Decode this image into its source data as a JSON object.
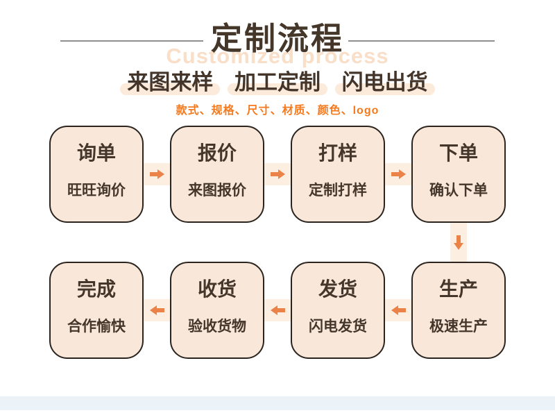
{
  "header": {
    "title": "定制流程",
    "title_en": "Customized process",
    "tagline": [
      "来图来样",
      "加工定制",
      "闪电出货"
    ],
    "features": "款式、规格、尺寸、材质、颜色、logo"
  },
  "steps": [
    {
      "title": "询单",
      "subtitle": "旺旺询价"
    },
    {
      "title": "报价",
      "subtitle": "来图报价"
    },
    {
      "title": "打样",
      "subtitle": "定制打样"
    },
    {
      "title": "下单",
      "subtitle": "确认下单"
    },
    {
      "title": "生产",
      "subtitle": "极速生产"
    },
    {
      "title": "发货",
      "subtitle": "闪电发货"
    },
    {
      "title": "收货",
      "subtitle": "验收货物"
    },
    {
      "title": "完成",
      "subtitle": "合作愉快"
    }
  ],
  "colors": {
    "title_text": "#45362a",
    "title_en_text": "#f9dec8",
    "features_text": "#f5791d",
    "box_fill": "#f9e7da",
    "box_border": "#2b241e",
    "connector_band": "#fdeee2",
    "arrow": "#eb8248",
    "header_line": "#8f8f8f",
    "bottom_bar": "#ebf2f8"
  }
}
